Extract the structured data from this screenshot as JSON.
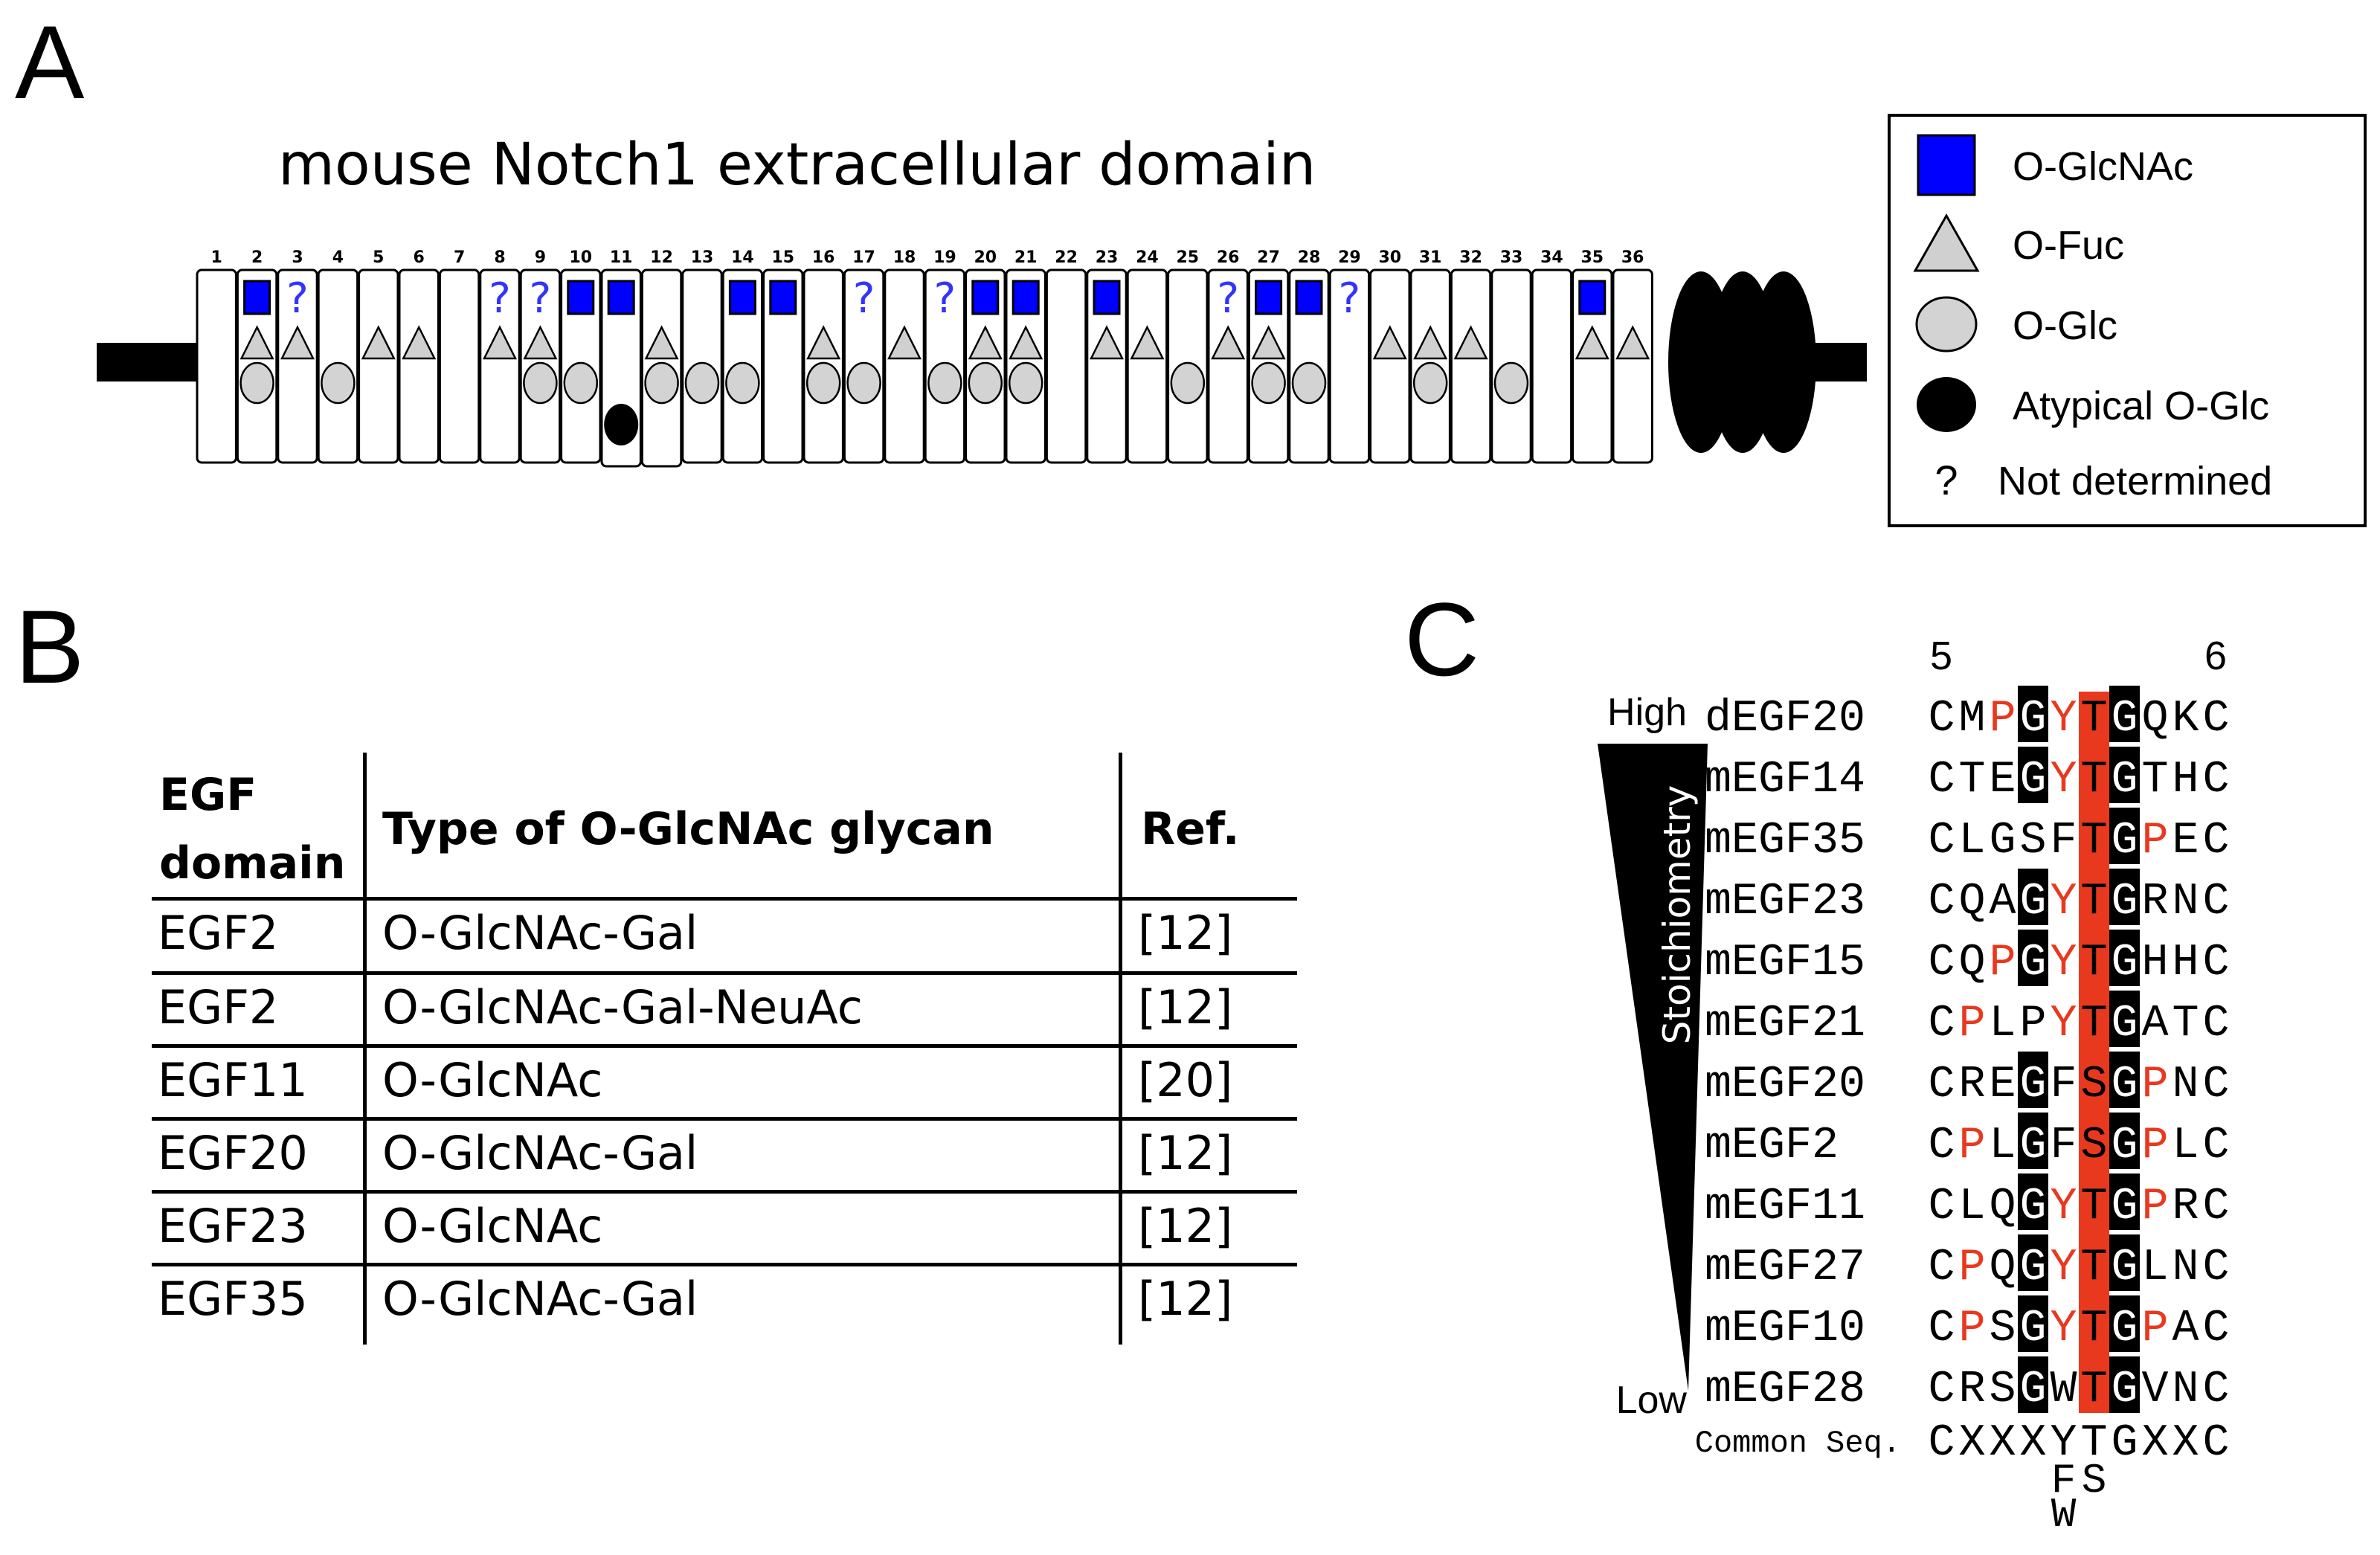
{
  "panel_labels": {
    "a": "A",
    "b": "B",
    "c": "C"
  },
  "panel_a": {
    "title": "mouse Notch1 extracellular domain",
    "domains": [
      {
        "n": "1",
        "glcnac": false,
        "q": false,
        "fuc": false,
        "glc": false,
        "atyp": false
      },
      {
        "n": "2",
        "glcnac": true,
        "q": false,
        "fuc": true,
        "glc": true,
        "atyp": false
      },
      {
        "n": "3",
        "glcnac": false,
        "q": true,
        "fuc": true,
        "glc": false,
        "atyp": false
      },
      {
        "n": "4",
        "glcnac": false,
        "q": false,
        "fuc": false,
        "glc": true,
        "atyp": false
      },
      {
        "n": "5",
        "glcnac": false,
        "q": false,
        "fuc": true,
        "glc": false,
        "atyp": false
      },
      {
        "n": "6",
        "glcnac": false,
        "q": false,
        "fuc": true,
        "glc": false,
        "atyp": false
      },
      {
        "n": "7",
        "glcnac": false,
        "q": false,
        "fuc": false,
        "glc": false,
        "atyp": false
      },
      {
        "n": "8",
        "glcnac": false,
        "q": true,
        "fuc": true,
        "glc": false,
        "atyp": false
      },
      {
        "n": "9",
        "glcnac": false,
        "q": true,
        "fuc": true,
        "glc": true,
        "atyp": false
      },
      {
        "n": "10",
        "glcnac": true,
        "q": false,
        "fuc": false,
        "glc": true,
        "atyp": false
      },
      {
        "n": "11",
        "glcnac": true,
        "q": false,
        "fuc": false,
        "glc": false,
        "atyp": true
      },
      {
        "n": "12",
        "glcnac": false,
        "q": false,
        "fuc": true,
        "glc": true,
        "atyp": false
      },
      {
        "n": "13",
        "glcnac": false,
        "q": false,
        "fuc": false,
        "glc": true,
        "atyp": false
      },
      {
        "n": "14",
        "glcnac": true,
        "q": false,
        "fuc": false,
        "glc": true,
        "atyp": false
      },
      {
        "n": "15",
        "glcnac": true,
        "q": false,
        "fuc": false,
        "glc": false,
        "atyp": false
      },
      {
        "n": "16",
        "glcnac": false,
        "q": false,
        "fuc": true,
        "glc": true,
        "atyp": false
      },
      {
        "n": "17",
        "glcnac": false,
        "q": true,
        "fuc": false,
        "glc": true,
        "atyp": false
      },
      {
        "n": "18",
        "glcnac": false,
        "q": false,
        "fuc": true,
        "glc": false,
        "atyp": false
      },
      {
        "n": "19",
        "glcnac": false,
        "q": true,
        "fuc": false,
        "glc": true,
        "atyp": false
      },
      {
        "n": "20",
        "glcnac": true,
        "q": false,
        "fuc": true,
        "glc": true,
        "atyp": false
      },
      {
        "n": "21",
        "glcnac": true,
        "q": false,
        "fuc": true,
        "glc": true,
        "atyp": false
      },
      {
        "n": "22",
        "glcnac": false,
        "q": false,
        "fuc": false,
        "glc": false,
        "atyp": false
      },
      {
        "n": "23",
        "glcnac": true,
        "q": false,
        "fuc": true,
        "glc": false,
        "atyp": false
      },
      {
        "n": "24",
        "glcnac": false,
        "q": false,
        "fuc": true,
        "glc": false,
        "atyp": false
      },
      {
        "n": "25",
        "glcnac": false,
        "q": false,
        "fuc": false,
        "glc": true,
        "atyp": false
      },
      {
        "n": "26",
        "glcnac": false,
        "q": true,
        "fuc": true,
        "glc": false,
        "atyp": false
      },
      {
        "n": "27",
        "glcnac": true,
        "q": false,
        "fuc": true,
        "glc": true,
        "atyp": false
      },
      {
        "n": "28",
        "glcnac": true,
        "q": false,
        "fuc": false,
        "glc": true,
        "atyp": false
      },
      {
        "n": "29",
        "glcnac": false,
        "q": true,
        "fuc": false,
        "glc": false,
        "atyp": false
      },
      {
        "n": "30",
        "glcnac": false,
        "q": false,
        "fuc": true,
        "glc": false,
        "atyp": false
      },
      {
        "n": "31",
        "glcnac": false,
        "q": false,
        "fuc": true,
        "glc": true,
        "atyp": false
      },
      {
        "n": "32",
        "glcnac": false,
        "q": false,
        "fuc": true,
        "glc": false,
        "atyp": false
      },
      {
        "n": "33",
        "glcnac": false,
        "q": false,
        "fuc": false,
        "glc": true,
        "atyp": false
      },
      {
        "n": "34",
        "glcnac": false,
        "q": false,
        "fuc": false,
        "glc": false,
        "atyp": false
      },
      {
        "n": "35",
        "glcnac": true,
        "q": false,
        "fuc": true,
        "glc": false,
        "atyp": false
      },
      {
        "n": "36",
        "glcnac": false,
        "q": false,
        "fuc": true,
        "glc": false,
        "atyp": false
      }
    ],
    "legend": [
      {
        "symbol": "square",
        "label": "O-GlcNAc"
      },
      {
        "symbol": "triangle",
        "label": "O-Fuc"
      },
      {
        "symbol": "circle",
        "label": "O-Glc"
      },
      {
        "symbol": "ellipse",
        "label": "Atypical O-Glc"
      },
      {
        "symbol": "question",
        "label": "Not determined"
      }
    ],
    "question_mark": "?",
    "colors": {
      "glcnac": "#0000ff",
      "question": "#3333ff",
      "fuc": "#d0d0d0",
      "glc": "#d3d3d3",
      "atypical": "#000000"
    }
  },
  "panel_b": {
    "header": {
      "col1_line1": "EGF",
      "col1_line2": "domain",
      "col2": "Type of O-GlcNAc glycan",
      "col3": "Ref."
    },
    "rows": [
      {
        "domain": "EGF2",
        "glycan": "O-GlcNAc-Gal",
        "ref": "[12]"
      },
      {
        "domain": "EGF2",
        "glycan": "O-GlcNAc-Gal-NeuAc",
        "ref": "[12]"
      },
      {
        "domain": "EGF11",
        "glycan": "O-GlcNAc",
        "ref": "[20]"
      },
      {
        "domain": "EGF20",
        "glycan": "O-GlcNAc-Gal",
        "ref": "[12]"
      },
      {
        "domain": "EGF23",
        "glycan": "O-GlcNAc",
        "ref": "[12]"
      },
      {
        "domain": "EGF35",
        "glycan": "O-GlcNAc-Gal",
        "ref": "[12]"
      }
    ]
  },
  "panel_c": {
    "position_labels": [
      "5",
      "6"
    ],
    "high_label": "High",
    "low_label": "Low",
    "gradient_label": "Stoichiometry",
    "sequences": [
      {
        "name": "dEGF20",
        "seq": "CMPGYTGQKC",
        "red": [
          2,
          4
        ],
        "black": [
          3,
          6
        ],
        "redbox": [
          5
        ]
      },
      {
        "name": "mEGF14",
        "seq": "CTEGYTGTHC",
        "red": [
          4
        ],
        "black": [
          3,
          6
        ],
        "redbox": [
          5
        ]
      },
      {
        "name": "mEGF35",
        "seq": "CLGSFTGPEC",
        "red": [
          7
        ],
        "black": [
          6
        ],
        "redbox": [
          5
        ]
      },
      {
        "name": "mEGF23",
        "seq": "CQAGYTGRNC",
        "red": [
          4
        ],
        "black": [
          3,
          6
        ],
        "redbox": [
          5
        ]
      },
      {
        "name": "mEGF15",
        "seq": "CQPGYTGHHC",
        "red": [
          2,
          4
        ],
        "black": [
          3,
          6
        ],
        "redbox": [
          5
        ]
      },
      {
        "name": "mEGF21",
        "seq": "CPLPYTGATC",
        "red": [
          1,
          4
        ],
        "black": [
          6
        ],
        "redbox": [
          5
        ]
      },
      {
        "name": "mEGF20",
        "seq": "CREGFSGPNC",
        "red": [
          7
        ],
        "black": [
          3,
          6
        ],
        "redbox": [
          5
        ]
      },
      {
        "name": "mEGF2",
        "seq": "CPLGFSGPLC",
        "red": [
          1,
          7
        ],
        "black": [
          3,
          6
        ],
        "redbox": [
          5
        ]
      },
      {
        "name": "mEGF11",
        "seq": "CLQGYTGPRC",
        "red": [
          4,
          7
        ],
        "black": [
          3,
          6
        ],
        "redbox": [
          5
        ]
      },
      {
        "name": "mEGF27",
        "seq": "CPQGYTGLNC",
        "red": [
          1,
          4
        ],
        "black": [
          3,
          6
        ],
        "redbox": [
          5
        ]
      },
      {
        "name": "mEGF10",
        "seq": "CPSGYTGPAC",
        "red": [
          1,
          4,
          7
        ],
        "black": [
          3,
          6
        ],
        "redbox": [
          5
        ]
      },
      {
        "name": "mEGF28",
        "seq": "CRSGWTGVNC",
        "red": [],
        "black": [
          3,
          6
        ],
        "redbox": [
          5
        ]
      }
    ],
    "common_label": "Common Seq.",
    "common_seq": "CXXXYTGXXC",
    "common_alt1": "FS",
    "common_alt2": "W",
    "colors": {
      "red": "#e8391f",
      "black": "#000000"
    }
  }
}
